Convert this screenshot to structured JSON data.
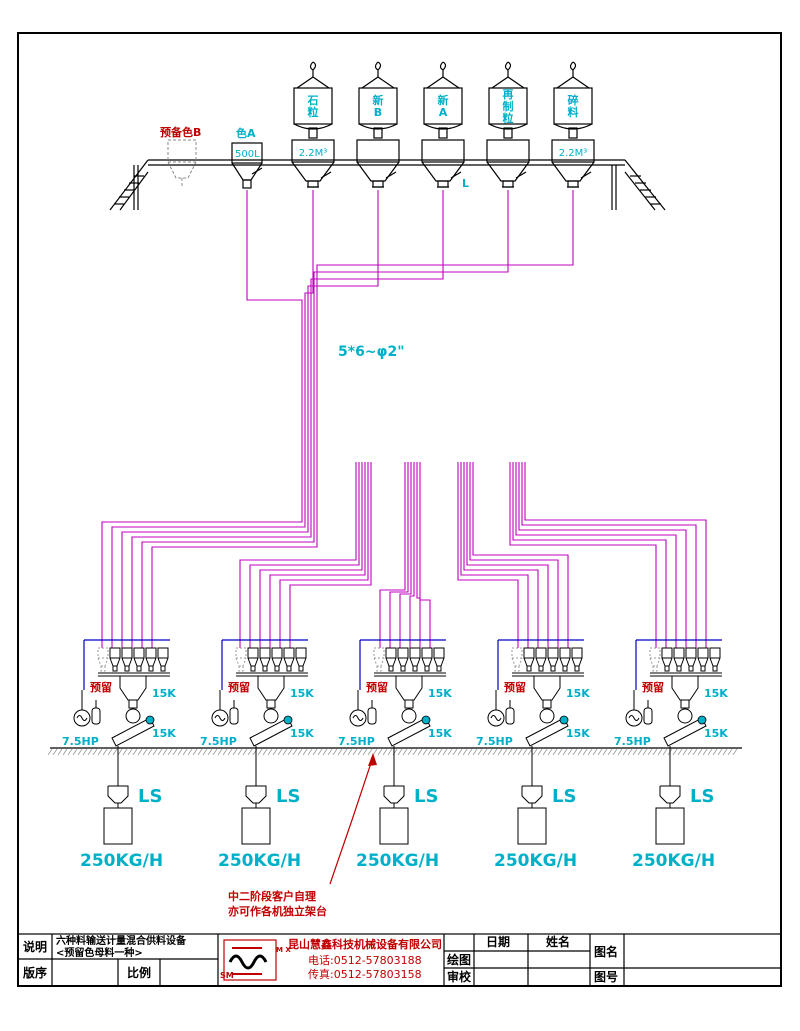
{
  "colors": {
    "line": "#000000",
    "pipe": "#c000c0",
    "cyan": "#00b0c8",
    "red": "#c00000",
    "blue": "#0000c0",
    "grey": "#9a9a9a"
  },
  "silos": [
    {
      "label": "石\n粒",
      "capacity": "2.2M³"
    },
    {
      "label": "新\nB",
      "capacity": ""
    },
    {
      "label": "新\nA",
      "capacity": ""
    },
    {
      "label": "再\n制\n粒",
      "capacity": ""
    },
    {
      "label": "碎\n料",
      "capacity": "2.2M³"
    }
  ],
  "color_a": {
    "label": "色A",
    "capacity": "500L"
  },
  "reserve_color_b": "预备色B",
  "level_l": "L",
  "pipe_spec": "5*6~φ2\"",
  "stations": [
    {
      "reserve": "预留",
      "hopper": "15K",
      "mixer": "15K",
      "motor": "7.5HP",
      "ls": "LS",
      "rate": "250KG/H"
    },
    {
      "reserve": "预留",
      "hopper": "15K",
      "mixer": "15K",
      "motor": "7.5HP",
      "ls": "LS",
      "rate": "250KG/H"
    },
    {
      "reserve": "预留",
      "hopper": "15K",
      "mixer": "15K",
      "motor": "7.5HP",
      "ls": "LS",
      "rate": "250KG/H"
    },
    {
      "reserve": "预留",
      "hopper": "15K",
      "mixer": "15K",
      "motor": "7.5HP",
      "ls": "LS",
      "rate": "250KG/H"
    },
    {
      "reserve": "预留",
      "hopper": "15K",
      "mixer": "15K",
      "motor": "7.5HP",
      "ls": "LS",
      "rate": "250KG/H"
    }
  ],
  "note": {
    "line1": "中二阶段客户自理",
    "line2": "亦可作各机独立架台"
  },
  "title_block": {
    "desc_label": "说明",
    "desc_line1": "六种料输送计量混合供料设备",
    "desc_line2": "<预留色母料一种>",
    "version_label": "版序",
    "scale_label": "比例",
    "company": "昆山慧鑫科技机械设备有限公司",
    "phone1": "电话:0512-57803188",
    "phone2": "传真:0512-57803158",
    "logo_s": "SM",
    "logo_mx": "M X",
    "date_label": "日期",
    "name_label": "姓名",
    "drawn_label": "绘图",
    "check_label": "审校",
    "drawing_name_label": "图名",
    "drawing_no_label": "图号"
  }
}
